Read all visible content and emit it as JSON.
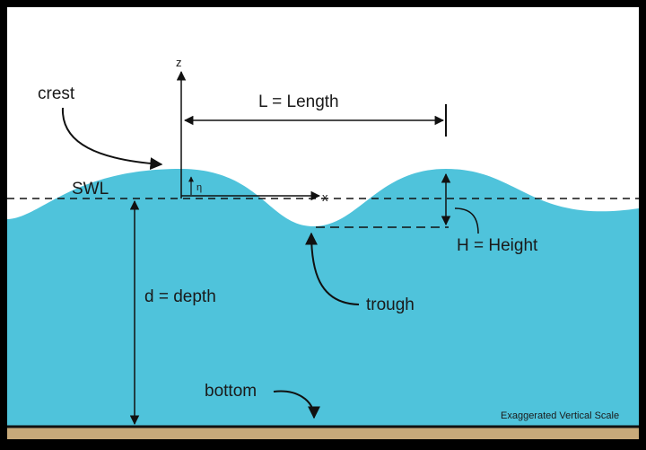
{
  "labels": {
    "z_axis": "z",
    "x_axis": "x",
    "eta": "η",
    "crest": "crest",
    "swl": "SWL",
    "length": "L = Length",
    "height": "H = Height",
    "trough": "trough",
    "depth": "d = depth",
    "bottom": "bottom",
    "scale_note": "Exaggerated Vertical Scale"
  },
  "colors": {
    "water": "#4FC3DB",
    "sky": "#FFFFFF",
    "seabed": "#C7A97A",
    "frame": "#000000",
    "line": "#111111"
  }
}
